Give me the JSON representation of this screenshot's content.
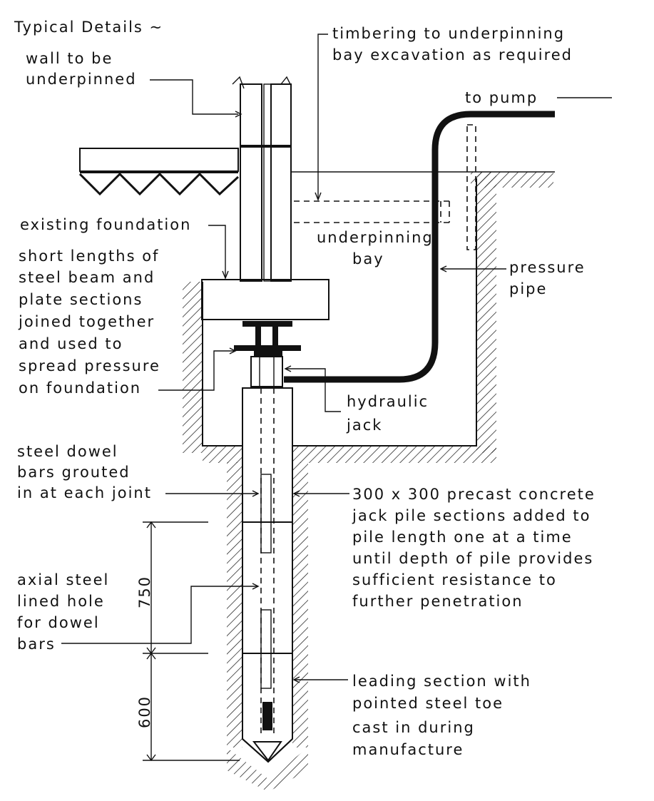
{
  "labels": {
    "typical_details": "Typical Details ~",
    "wall_to_be_underpinned": [
      "wall to be",
      "underpinned"
    ],
    "timbering": [
      "timbering to underpinning",
      "bay excavation as required"
    ],
    "to_pump": "to pump",
    "existing_foundation": "existing foundation",
    "underpinning_bay": [
      "underpinning",
      "bay"
    ],
    "pressure_pipe": [
      "pressure",
      "pipe"
    ],
    "steel_beam": [
      "short lengths of",
      "steel beam and",
      "plate sections",
      "joined together",
      "and used to",
      "spread pressure",
      "on foundation"
    ],
    "hydraulic_jack": [
      "hydraulic",
      "jack"
    ],
    "steel_dowel": [
      "steel dowel",
      "bars grouted",
      "in at each joint"
    ],
    "precast_sections": [
      "300 x 300 precast concrete",
      "jack pile sections added to",
      "pile length one at a time",
      "until depth of pile provides",
      "sufficient resistance to",
      "further penetration"
    ],
    "axial_steel": [
      "axial steel",
      "lined hole",
      "for dowel",
      "bars"
    ],
    "leading_section": [
      "leading section with",
      "pointed steel toe",
      "cast in during",
      "manufacture"
    ]
  },
  "dimensions": {
    "upper_section": "750",
    "leading_section": "600"
  },
  "colors": {
    "ink": "#111111",
    "paper": "#ffffff"
  }
}
